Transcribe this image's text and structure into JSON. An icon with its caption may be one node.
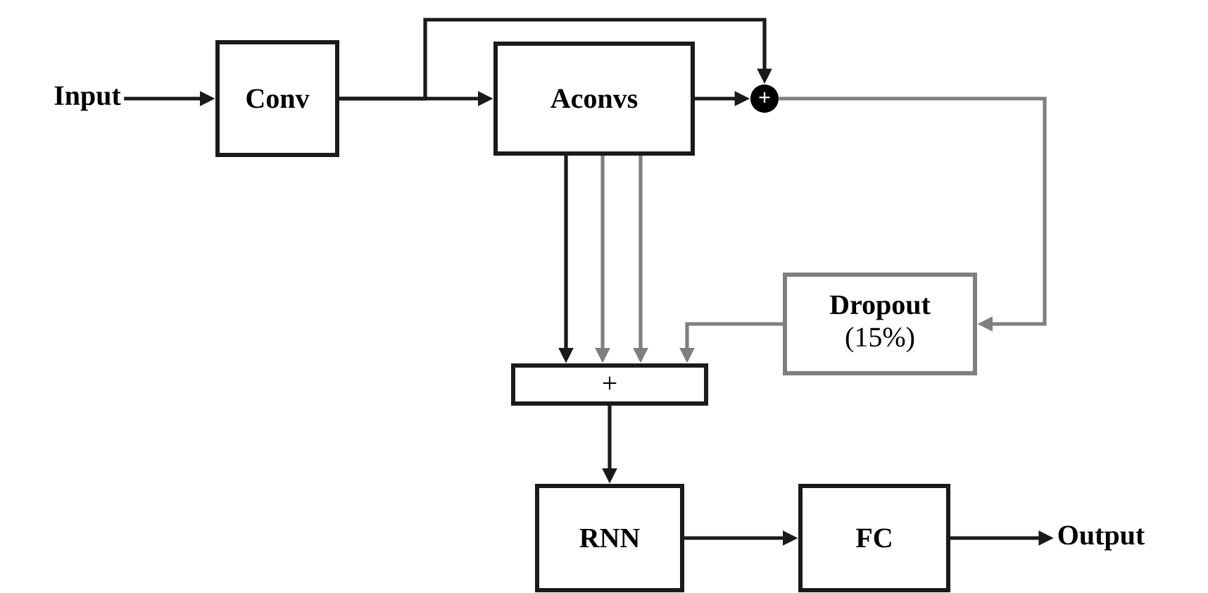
{
  "diagram": {
    "nodes": [
      {
        "text": [
          "Input"
        ]
      },
      {
        "text": [
          "Conv"
        ]
      },
      {
        "text": [
          "Aconvs"
        ]
      },
      {
        "text": [
          "+"
        ]
      },
      {
        "text": [
          "Dropout",
          "(15%)"
        ]
      },
      {
        "text": [
          "+"
        ]
      },
      {
        "text": [
          "RNN"
        ]
      },
      {
        "text": [
          "FC"
        ]
      },
      {
        "text": [
          "Output"
        ]
      }
    ],
    "edges": [
      {
        "from": 0,
        "to": 1,
        "arrow": "to"
      },
      {
        "from": 1,
        "to": 2,
        "arrow": "to"
      },
      {
        "from": 1,
        "to": 3,
        "arrow": "to"
      },
      {
        "from": 2,
        "to": 3,
        "arrow": "to"
      },
      {
        "from": 3,
        "to": 4,
        "arrow": "to",
        "color": "#7f7f7f"
      },
      {
        "from": 4,
        "to": 5,
        "arrow": "to",
        "color": "#7f7f7f"
      },
      {
        "from": 2,
        "to": 5,
        "arrow": "to"
      },
      {
        "from": 2,
        "to": 5,
        "arrow": "to",
        "color": "#7f7f7f"
      },
      {
        "from": 2,
        "to": 5,
        "arrow": "to",
        "color": "#7f7f7f"
      },
      {
        "from": 5,
        "to": 6,
        "arrow": "to"
      },
      {
        "from": 6,
        "to": 7,
        "arrow": "to"
      },
      {
        "from": 7,
        "to": 8,
        "arrow": "to"
      }
    ]
  }
}
